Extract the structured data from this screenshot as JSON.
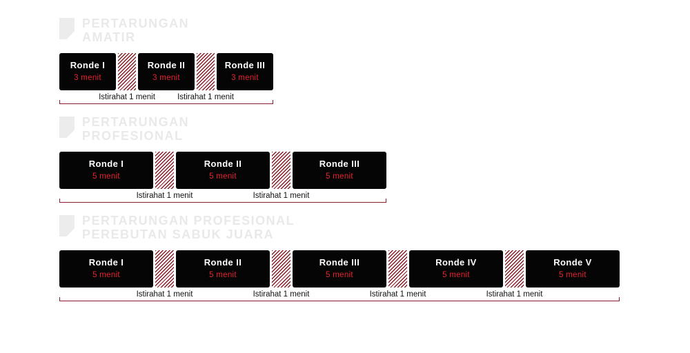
{
  "sections": [
    {
      "title": "PERTARUNGAN\nAMATIR",
      "rounds": [
        {
          "label": "Ronde I",
          "duration": "3 menit"
        },
        {
          "label": "Ronde II",
          "duration": "3 menit"
        },
        {
          "label": "Ronde III",
          "duration": "3 menit"
        }
      ],
      "rests": [
        "Istirahat 1 menit",
        "Istirahat 1 menit"
      ]
    },
    {
      "title": "PERTARUNGAN\nPROFESIONAL",
      "rounds": [
        {
          "label": "Ronde I",
          "duration": "5 menit"
        },
        {
          "label": "Ronde II",
          "duration": "5 menit"
        },
        {
          "label": "Ronde III",
          "duration": "5 menit"
        }
      ],
      "rests": [
        "Istirahat 1 menit",
        "Istirahat 1 menit"
      ]
    },
    {
      "title": "PERTARUNGAN PROFESIONAL\nPEREBUTAN SABUK JUARA",
      "rounds": [
        {
          "label": "Ronde I",
          "duration": "5 menit"
        },
        {
          "label": "Ronde II",
          "duration": "5 menit"
        },
        {
          "label": "Ronde III",
          "duration": "5 menit"
        },
        {
          "label": "Ronde IV",
          "duration": "5 menit"
        },
        {
          "label": "Ronde V",
          "duration": "5 menit"
        }
      ],
      "rests": [
        "Istirahat 1 menit",
        "Istirahat 1 menit",
        "Istirahat 1 menit",
        "Istirahat 1 menit"
      ]
    }
  ],
  "colors": {
    "round_bg": "#050505",
    "round_text": "#ffffff",
    "duration_text": "#e8232f",
    "rest_hatch": "#8a1c26",
    "bracket": "#8a1c2b",
    "title_text": "#e9e9e9"
  }
}
